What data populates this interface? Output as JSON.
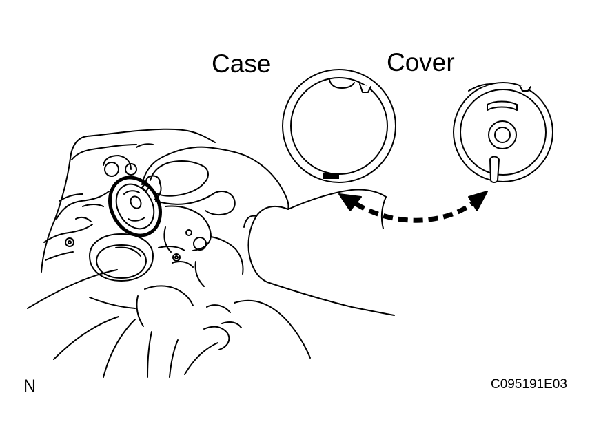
{
  "labels": {
    "case": "Case",
    "cover": "Cover",
    "view_marker": "N",
    "figure_code": "C095191E03"
  },
  "colors": {
    "line": "#000000",
    "background": "#ffffff"
  }
}
